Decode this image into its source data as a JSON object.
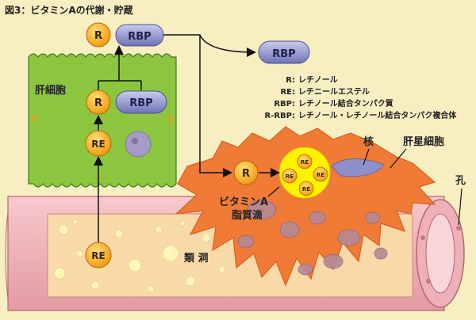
{
  "title": "図3：ビタミンAの代謝・貯蔵",
  "colors": {
    "background": "#f7efc2",
    "hepatocyte": "#8cc63f",
    "stellate": "#ef7b37",
    "vessel": "#f1b7bd",
    "retinol_circle": "#f7a81e",
    "rbp_pill": "#8e91c9",
    "lipid_droplet": "#fff200"
  },
  "labels": {
    "hepatocyte": "肝細胞",
    "stellate": "肝星細胞",
    "nucleus": "核",
    "sinusoid": "類 洞",
    "fenestra": "孔",
    "lipid_line1": "ビタミンA",
    "lipid_line2": "脂質滴"
  },
  "molecules": {
    "r": "R",
    "re": "RE",
    "rbp": "RBP"
  },
  "legend": [
    {
      "key": "R:",
      "desc": "レチノール"
    },
    {
      "key": "RE:",
      "desc": "レチニールエステル"
    },
    {
      "key": "RBP:",
      "desc": "レチノール結合タンパク質"
    },
    {
      "key": "R-RBP:",
      "desc": "レチノール・レチノール結合タンパク複合体"
    }
  ]
}
